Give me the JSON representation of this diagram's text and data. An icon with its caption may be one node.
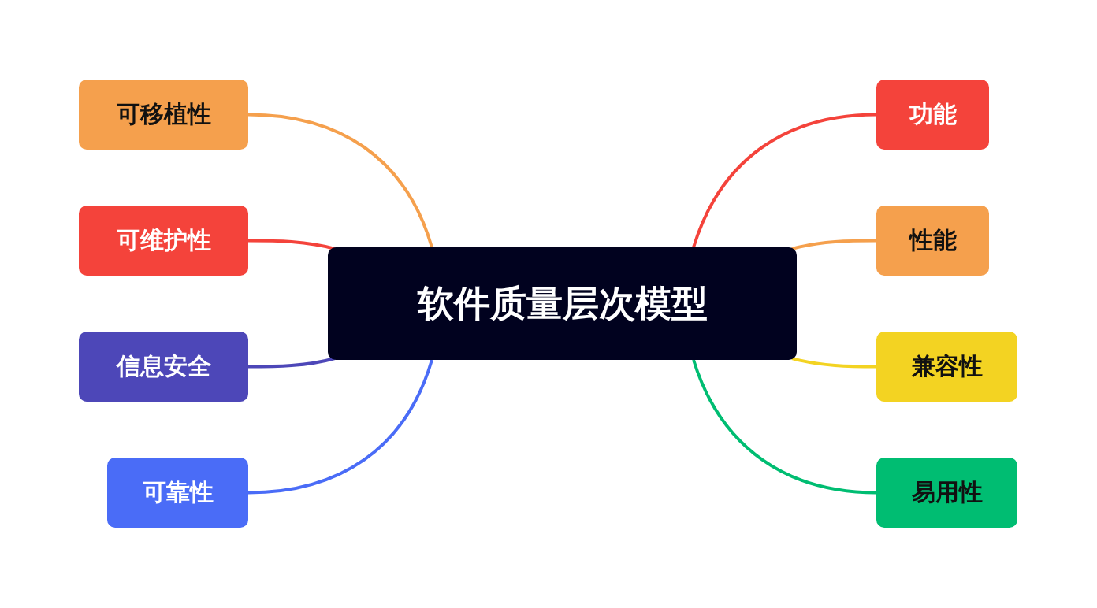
{
  "diagram": {
    "nodes": [
      {
        "text": [
          "软件质量层次模型"
        ]
      },
      {
        "text": [
          "可移植性"
        ]
      },
      {
        "text": [
          "可维护性"
        ]
      },
      {
        "text": [
          "信息安全"
        ]
      },
      {
        "text": [
          "可靠性"
        ]
      },
      {
        "text": [
          "功能"
        ]
      },
      {
        "text": [
          "性能"
        ]
      },
      {
        "text": [
          "兼容性"
        ]
      },
      {
        "text": [
          "易用性"
        ]
      }
    ],
    "edges": [
      {
        "from": 0,
        "to": 1,
        "arrow": "none",
        "color": "#f5a04d"
      },
      {
        "from": 0,
        "to": 2,
        "arrow": "none",
        "color": "#f4433b"
      },
      {
        "from": 0,
        "to": 3,
        "arrow": "none",
        "color": "#4d47b8"
      },
      {
        "from": 0,
        "to": 4,
        "arrow": "none",
        "color": "#4a6cf7"
      },
      {
        "from": 0,
        "to": 5,
        "arrow": "none",
        "color": "#f4433b"
      },
      {
        "from": 0,
        "to": 6,
        "arrow": "none",
        "color": "#f5a04d"
      },
      {
        "from": 0,
        "to": 7,
        "arrow": "none",
        "color": "#f3d322"
      },
      {
        "from": 0,
        "to": 8,
        "arrow": "none",
        "color": "#00bd72"
      }
    ]
  }
}
